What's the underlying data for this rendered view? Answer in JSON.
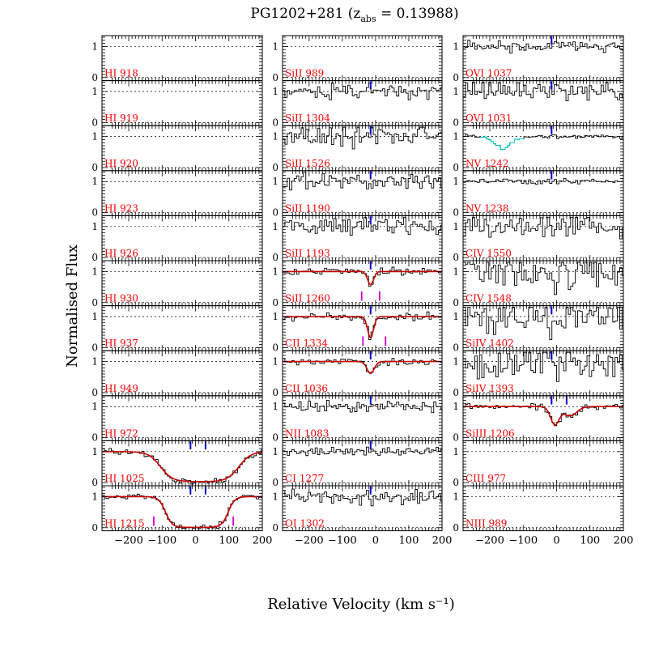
{
  "chart_data": {
    "type": "line",
    "title_main": "PG1202+281 (z",
    "title_sub": "abs",
    "title_tail": " = 0.13988)",
    "xlabel": "Relative Velocity (km s⁻¹)",
    "ylabel": "Normalised Flux",
    "xlim": [
      -280,
      200
    ],
    "ylim": [
      -0.1,
      1.35
    ],
    "x_ticks": [
      -200,
      -100,
      0,
      100,
      200
    ],
    "x_tick_labels": [
      "−200",
      "−100",
      "0",
      "100",
      "200"
    ],
    "y_ticks": [
      0,
      1
    ],
    "y_tick_labels": [
      "0",
      "1"
    ],
    "colors": {
      "label": "#ff0000",
      "fit": "#cc0000",
      "marker": "#0000cc",
      "component": "#cc00cc",
      "blend": "#00cccc",
      "data": "#000000"
    },
    "columns": [
      {
        "panels": [
          {
            "label": "HI 918",
            "noise": 0,
            "markers": [],
            "components": [],
            "absorption": []
          },
          {
            "label": "HI 919",
            "noise": 0,
            "markers": [],
            "components": [],
            "absorption": []
          },
          {
            "label": "HI 920",
            "noise": 0,
            "markers": [],
            "components": [],
            "absorption": []
          },
          {
            "label": "HI 923",
            "noise": 0,
            "markers": [],
            "components": [],
            "absorption": []
          },
          {
            "label": "HI 926",
            "noise": 0,
            "markers": [],
            "components": [],
            "absorption": []
          },
          {
            "label": "HI 930",
            "noise": 0,
            "markers": [],
            "components": [],
            "absorption": []
          },
          {
            "label": "HI 937",
            "noise": 0,
            "markers": [],
            "components": [],
            "absorption": []
          },
          {
            "label": "HI 949",
            "noise": 0,
            "markers": [],
            "components": [],
            "absorption": []
          },
          {
            "label": "HI 972",
            "noise": 0,
            "markers": [],
            "components": [],
            "absorption": []
          },
          {
            "label": "HI 1025",
            "noise": 0.05,
            "markers": [
              -15,
              30
            ],
            "components": [],
            "fit": true,
            "absorption": [
              {
                "type": "trough",
                "v1": -105,
                "v2": 130,
                "w": 18,
                "depth": 0.97
              }
            ]
          },
          {
            "label": "HI 1215",
            "noise": 0.04,
            "markers": [
              -15,
              30
            ],
            "components": [
              -125,
              113
            ],
            "fit": true,
            "absorption": [
              {
                "type": "trough",
                "v1": -90,
                "v2": 98,
                "w": 10,
                "depth": 0.99
              }
            ]
          }
        ]
      },
      {
        "panels": [
          {
            "label": "SiII 989",
            "noise": 0,
            "markers": [],
            "components": [],
            "absorption": []
          },
          {
            "label": "SiII 1304",
            "noise": 0.12,
            "markers": [
              -15
            ],
            "components": [],
            "absorption": []
          },
          {
            "label": "SiII 1526",
            "noise": 0.18,
            "markers": [
              -15
            ],
            "components": [],
            "absorption": []
          },
          {
            "label": "SiII 1190",
            "noise": 0.14,
            "markers": [
              -15
            ],
            "components": [],
            "absorption": []
          },
          {
            "label": "SiII 1193",
            "noise": 0.14,
            "markers": [
              -15
            ],
            "components": [],
            "absorption": []
          },
          {
            "label": "SiII 1260",
            "noise": 0.06,
            "markers": [
              -15
            ],
            "components": [
              -42,
              12
            ],
            "fit": true,
            "absorption": [
              {
                "type": "gauss",
                "v": -15,
                "s": 9,
                "depth": 0.42
              }
            ]
          },
          {
            "label": "CII 1334",
            "noise": 0.06,
            "markers": [
              -15
            ],
            "components": [
              -38,
              30
            ],
            "fit": true,
            "absorption": [
              {
                "type": "gauss",
                "v": -15,
                "s": 9,
                "depth": 0.68
              }
            ]
          },
          {
            "label": "CII 1036",
            "noise": 0.05,
            "markers": [
              -15
            ],
            "components": [],
            "fit": true,
            "absorption": [
              {
                "type": "gauss",
                "v": -15,
                "s": 11,
                "depth": 0.38
              }
            ]
          },
          {
            "label": "NII 1083",
            "noise": 0.1,
            "markers": [
              -15
            ],
            "components": [],
            "absorption": []
          },
          {
            "label": "CI 1277",
            "noise": 0.07,
            "markers": [
              -15
            ],
            "components": [],
            "absorption": []
          },
          {
            "label": "OI 1302",
            "noise": 0.12,
            "markers": [
              -15
            ],
            "components": [],
            "absorption": []
          }
        ]
      },
      {
        "panels": [
          {
            "label": "OVI 1037",
            "noise": 0.1,
            "markers": [
              -15
            ],
            "components": [],
            "absorption": []
          },
          {
            "label": "OVI 1031",
            "noise": 0.14,
            "markers": [
              -15
            ],
            "components": [],
            "absorption": []
          },
          {
            "label": "NV 1242",
            "noise": 0.03,
            "markers": [
              -15
            ],
            "components": [],
            "blend": [
              -230,
              -100
            ],
            "absorption": [
              {
                "type": "gauss",
                "v": -162,
                "s": 26,
                "depth": 0.38
              }
            ]
          },
          {
            "label": "NV 1238",
            "noise": 0.04,
            "markers": [
              -15
            ],
            "components": [],
            "absorption": []
          },
          {
            "label": "CIV 1550",
            "noise": 0.22,
            "markers": [],
            "components": [],
            "absorption": []
          },
          {
            "label": "CIV 1548",
            "noise": 0.3,
            "markers": [],
            "components": [],
            "absorption": []
          },
          {
            "label": "SiIV 1402",
            "noise": 0.3,
            "markers": [
              -15
            ],
            "components": [],
            "absorption": []
          },
          {
            "label": "SiIV 1393",
            "noise": 0.26,
            "markers": [
              -15
            ],
            "components": [],
            "absorption": []
          },
          {
            "label": "SiIII 1206",
            "noise": 0.05,
            "markers": [
              -15,
              30
            ],
            "components": [],
            "fit": true,
            "absorption": [
              {
                "type": "gauss",
                "v": -5,
                "s": 13,
                "depth": 0.58
              },
              {
                "type": "gauss",
                "v": 40,
                "s": 20,
                "depth": 0.3
              }
            ]
          },
          {
            "label": "CIII 977",
            "noise": 0,
            "markers": [],
            "components": [],
            "absorption": []
          },
          {
            "label": "NIII 989",
            "noise": 0,
            "markers": [],
            "components": [],
            "absorption": []
          }
        ]
      }
    ]
  }
}
